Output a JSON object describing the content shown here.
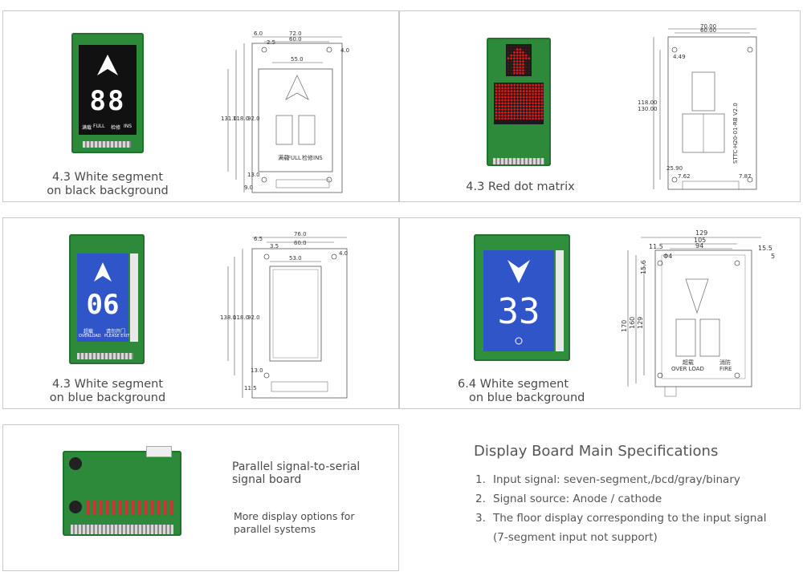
{
  "panels": {
    "p1": {
      "caption_l1": "4.3 White segment",
      "caption_l2": "on black background",
      "digits": "88",
      "label_a": "满载",
      "label_b": "FULL",
      "label_c": "检修",
      "label_d": "INS",
      "dims": {
        "d1": "72.0",
        "d2": "6.0",
        "d3": "60.0",
        "d4": "2.5",
        "d5": "4.0",
        "d6": "55.0",
        "d7": "131.0",
        "d8": "118.0",
        "d9": "92.0",
        "d10": "13.0",
        "d11": "9.0",
        "d12": "满载",
        "d13": "FULL",
        "d14": "检修",
        "d15": "INS"
      }
    },
    "p2": {
      "caption": "4.3 Red dot matrix",
      "dims": {
        "d1": "70.00",
        "d2": "60.00",
        "d3": "4.49",
        "d4": "118.00",
        "d5": "130.00",
        "d6": "25.90",
        "d7": "7.62",
        "d8": "7.87",
        "d9": "STTC-H20-01-RB V2.0"
      }
    },
    "p3": {
      "caption_l1": "4.3 White segment",
      "caption_l2": "on blue background",
      "digits": "06",
      "label_a": "超载",
      "label_a2": "OVERLOAD",
      "label_b": "请勿开门",
      "label_b2": "PLEASE EXIT",
      "dims": {
        "d1": "76.0",
        "d2": "6.5",
        "d3": "60.0",
        "d4": "3.5",
        "d5": "4.0",
        "d6": "53.0",
        "d7": "138.0",
        "d8": "118.0",
        "d9": "92.0",
        "d10": "13.0",
        "d11": "11.5"
      }
    },
    "p4": {
      "caption_l1": "6.4 White segment",
      "caption_l2": "on blue background",
      "digits": "33",
      "dims": {
        "d1": "129",
        "d2": "105",
        "d3": "94",
        "d4": "11.5",
        "d5": "15.5",
        "d6": "Φ4",
        "d7": "5",
        "d8": "15.6",
        "d9": "170",
        "d10": "160",
        "d11": "129",
        "d12": "超载",
        "d13": "OVER LOAD",
        "d14": "消防",
        "d15": "FIRE"
      }
    },
    "p5": {
      "title_l1": "Parallel signal-to-serial",
      "title_l2": "signal board",
      "note_l1": "More display options for",
      "note_l2": "parallel systems"
    }
  },
  "specs": {
    "title": "Display Board Main Specifications",
    "items": [
      {
        "num": "1.",
        "text": "Input signal: seven-segment,/bcd/gray/binary"
      },
      {
        "num": "2.",
        "text": "Signal source: Anode / cathode"
      },
      {
        "num": "3.",
        "text": "The floor display corresponding to the input signal"
      }
    ],
    "item3_cont": "(7-segment input not support)"
  },
  "colors": {
    "pcb_green": "#2d8a3a",
    "black_screen": "#111111",
    "blue_screen": "#2f55c8",
    "red_led": "#e01818",
    "border": "#c8c8c8"
  }
}
